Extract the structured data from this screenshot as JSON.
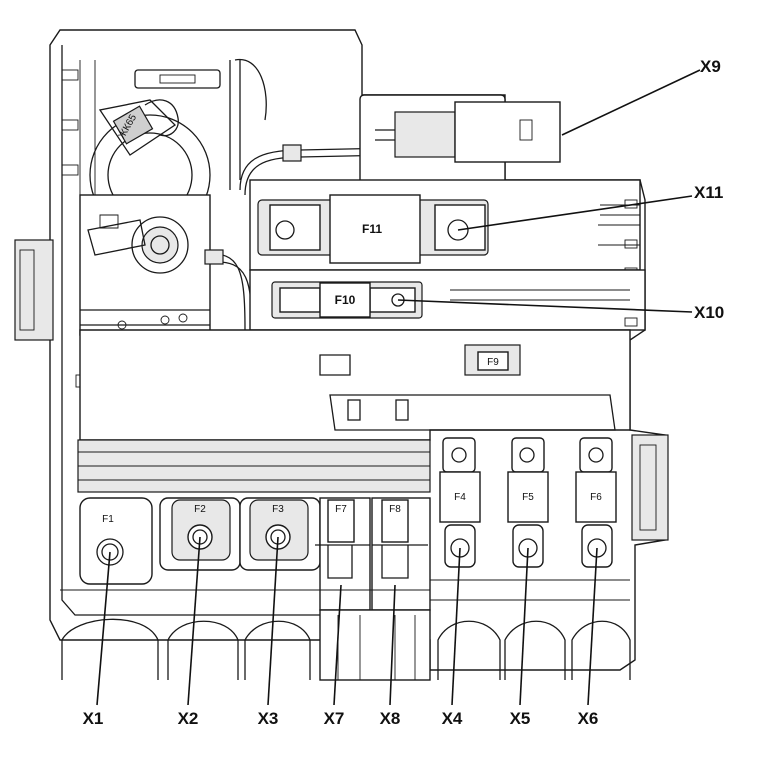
{
  "bottom_callouts": [
    "X1",
    "X2",
    "X3",
    "X7",
    "X8",
    "X4",
    "X5",
    "X6"
  ],
  "right_callouts": [
    "X9",
    "X11",
    "X10"
  ],
  "fuses": {
    "f1": "F1",
    "f2": "F2",
    "f3": "F3",
    "f7": "F7",
    "f8": "F8",
    "f4": "F4",
    "f5": "F5",
    "f6": "F6",
    "f9": "F9",
    "f10": "F10",
    "f11": "F11"
  },
  "cable_mark": "ЖК65"
}
